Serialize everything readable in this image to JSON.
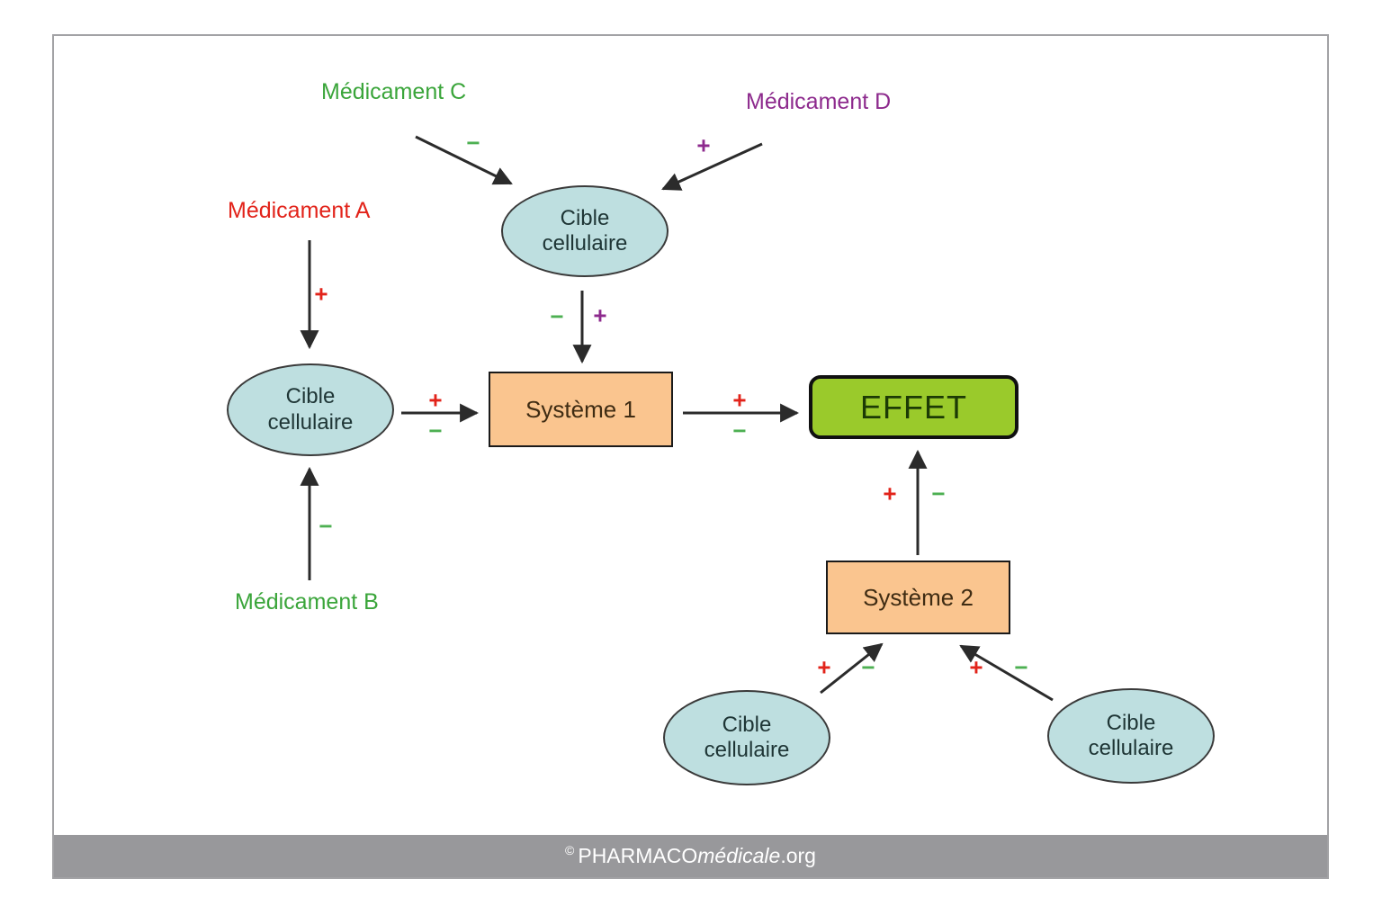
{
  "diagram": {
    "drugs": {
      "a": {
        "label": "Médicament A",
        "color": "#e2231a",
        "effect_sign": "+"
      },
      "b": {
        "label": "Médicament B",
        "color": "#3aa53a",
        "effect_sign": "−"
      },
      "c": {
        "label": "Médicament C",
        "color": "#3aa53a",
        "effect_sign": "−"
      },
      "d": {
        "label": "Médicament D",
        "color": "#8d2a8d",
        "effect_sign": "+"
      }
    },
    "cell_target": {
      "line1": "Cible",
      "line2": "cellulaire"
    },
    "systems": {
      "system1": "Système 1",
      "system2": "Système 2"
    },
    "effect_box": "EFFET",
    "signs": {
      "plus": "+",
      "minus": "−"
    }
  },
  "footer": {
    "copyright_symbol": "©",
    "brand_prefix": "PHARMACO",
    "brand_italic": "médicale",
    "brand_suffix": ".org"
  },
  "colors": {
    "ellipse_fill": "#bedfe0",
    "system_fill": "#fac58f",
    "effect_fill": "#9aca2b",
    "footer_bar": "#98989b",
    "frame_border": "#a2a2a5",
    "arrow": "#2b2b2b",
    "sign_red": "#e2231a",
    "sign_green": "#4db052",
    "sign_purple": "#8d2a8d"
  }
}
